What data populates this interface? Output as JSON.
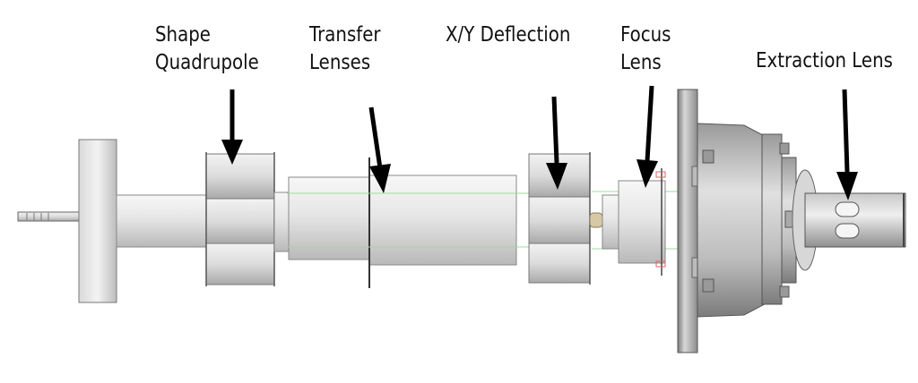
{
  "labels": {
    "shape_quadrupole": {
      "line1": "Shape",
      "line2": "Quadrupole"
    },
    "transfer_lenses": {
      "line1": "Transfer",
      "line2": "Lenses"
    },
    "xy_deflection": {
      "line1": "X/Y Deflection"
    },
    "focus_lens": {
      "line1": "Focus",
      "line2": "Lens"
    },
    "extraction_lens": {
      "line1": "Extraction Lens"
    }
  },
  "colors": {
    "arrow": "#000000",
    "part_light": "#ececec",
    "part_mid": "#cfcfcf",
    "part_dark": "#8a8a8a",
    "beam_line": "#9ddc9d",
    "outline": "#555555"
  }
}
